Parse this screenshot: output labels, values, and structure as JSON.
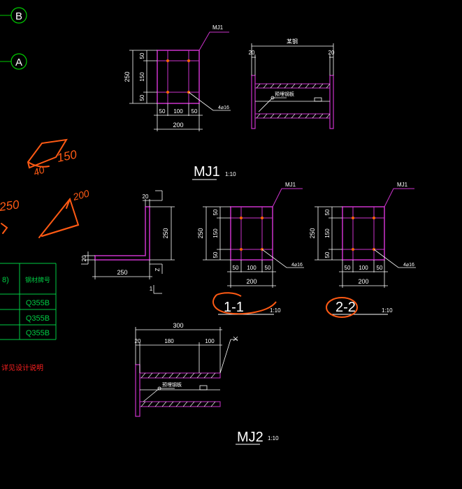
{
  "colors": {
    "background": "#000000",
    "dim": "#ffffff",
    "plate": "#cc33cc",
    "rebar": "#ff6600",
    "grid_axis": "#00cc00",
    "table": "#00cc44",
    "annotation": "#ff5a14",
    "note": "#ff2020"
  },
  "grid_axes": {
    "b": "B",
    "a": "A"
  },
  "mj1": {
    "title": "MJ1",
    "scale": "1:10",
    "tag": "MJ1",
    "dims_left": {
      "total": "250",
      "top": "50",
      "mid": "150",
      "bottom": "50"
    },
    "dims_bottom": {
      "left": "50",
      "mid": "100",
      "right": "50",
      "total": "200"
    },
    "rebar_label": "4⌀16",
    "section_top_dim": "某钢",
    "section_left_dim": "20",
    "section_right_dim": "20",
    "section_note": "预埋钢板"
  },
  "section_1_1": {
    "title": "1-1",
    "scale": "1:10",
    "tag": "MJ1",
    "dims_left": {
      "total": "250",
      "top": "50",
      "mid": "150",
      "bottom": "50"
    },
    "dims_bottom": {
      "left": "50",
      "mid": "100",
      "right": "50",
      "total": "200"
    },
    "rebar_label": "4⌀16"
  },
  "section_2_2": {
    "title": "2-2",
    "scale": "1:10",
    "tag": "MJ1",
    "dims_left": {
      "total": "250",
      "top": "50",
      "mid": "150",
      "bottom": "50"
    },
    "dims_bottom": {
      "left": "50",
      "mid": "100",
      "right": "50",
      "total": "200"
    },
    "rebar_label": "4⌀16"
  },
  "angle": {
    "dim_top": "20",
    "dim_vertical": "250",
    "dim_left_thk": "20",
    "dim_bottom": "250",
    "dim_right_small": "Z",
    "section_mark": "1"
  },
  "mj2": {
    "title": "MJ2",
    "scale": "1:10",
    "dim_total": "300",
    "dim_a": "20",
    "dim_b": "180",
    "dim_c": "100",
    "section_note": "预埋钢板"
  },
  "table": {
    "header_partial": "8)",
    "header": "钢材牌号",
    "rows": [
      "Q355B",
      "Q355B",
      "Q355B"
    ]
  },
  "note_text": "详见设计说明",
  "handwriting": {
    "a": "150",
    "b": "40",
    "c": "250",
    "d": "200"
  }
}
